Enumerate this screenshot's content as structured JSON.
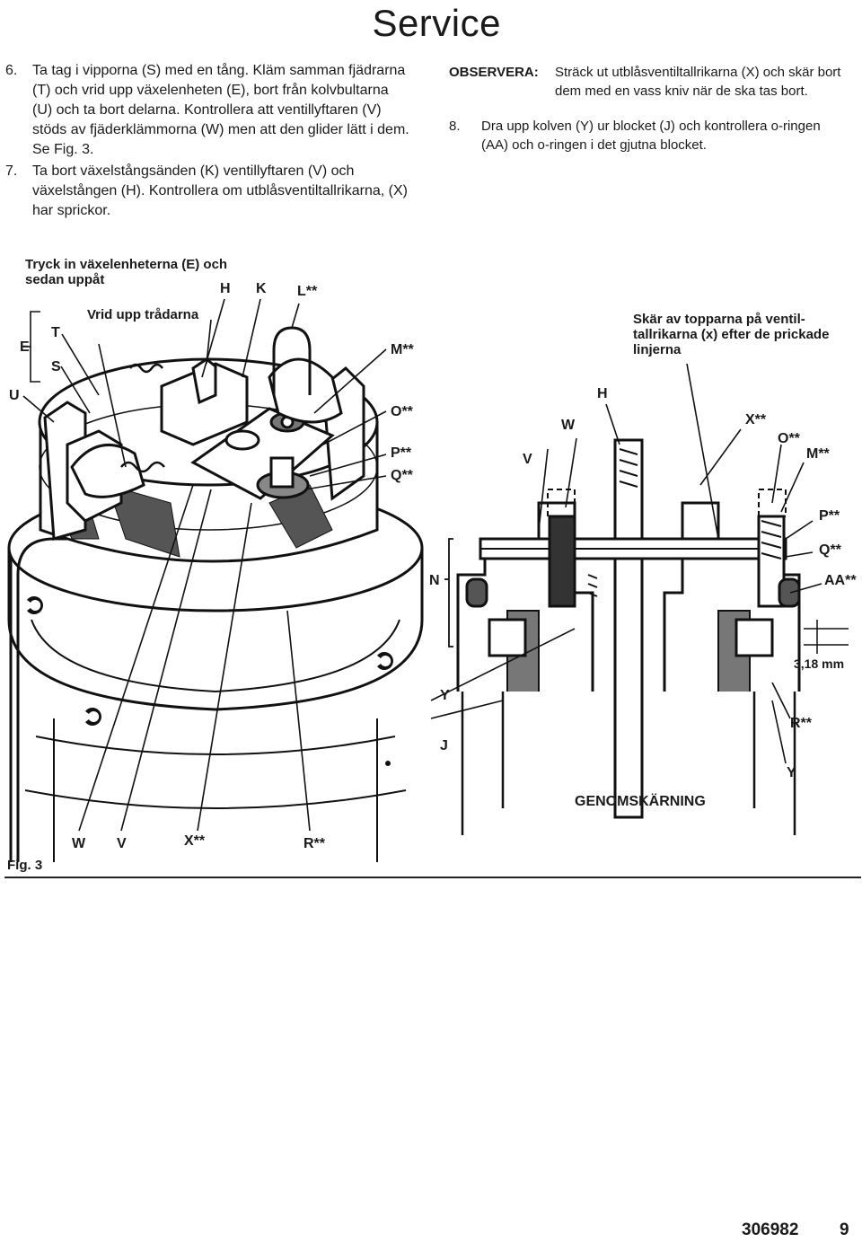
{
  "header": {
    "title": "Service"
  },
  "steps": [
    {
      "number": "6.",
      "text": "Ta tag i vipporna (S) med en tång. Kläm samman fjädrarna (T) och vrid upp växelenheten (E), bort från kolvbultarna (U) och ta bort delarna. Kontrollera att ventillyftaren (V) stöds av fjäderklämmorna (W) men att den glider lätt i dem. Se Fig. 3."
    },
    {
      "number": "7.",
      "text": "Ta bort växelstångsänden (K) ventillyftaren (V) och växelstången (H). Kontrollera om utblåsventiltallrikarna, (X) har sprickor."
    },
    {
      "number": "8.",
      "text": "Dra upp kolven (Y) ur blocket (J) och kontrollera o-ringen (AA) och o-ringen i det gjutna blocket."
    }
  ],
  "observera": {
    "label": "OBSERVERA:",
    "text": "Sträck ut utblåsventiltallrikarna (X) och skär bort dem med en vass kniv när de ska tas bort."
  },
  "figure": {
    "caption_push": "Tryck in växelenheterna (E) och sedan uppåt",
    "caption_twist": "Vrid upp trådarna",
    "caption_cut": "Skär av topparna på ventil-tallrikarna (x) efter de prickade linjerna",
    "section_label": "GENOMSKÄRNING",
    "dimension": "3,18 mm",
    "fig_label": "Fig. 3",
    "left_labels": {
      "H": "H",
      "K": "K",
      "L": "L**",
      "E": "E",
      "T": "T",
      "S": "S",
      "U": "U",
      "M": "M**",
      "O": "O**",
      "P": "P**",
      "Q": "Q**",
      "W": "W",
      "V": "V",
      "X": "X**",
      "R": "R**"
    },
    "right_labels": {
      "H": "H",
      "W": "W",
      "V": "V",
      "X": "X**",
      "O": "O**",
      "M": "M**",
      "P": "P**",
      "Q": "Q**",
      "N": "N",
      "AA": "AA**",
      "Y1": "Y",
      "J": "J",
      "R": "R**",
      "Y2": "Y"
    }
  },
  "footer": {
    "doc_number": "306982",
    "page": "9"
  }
}
